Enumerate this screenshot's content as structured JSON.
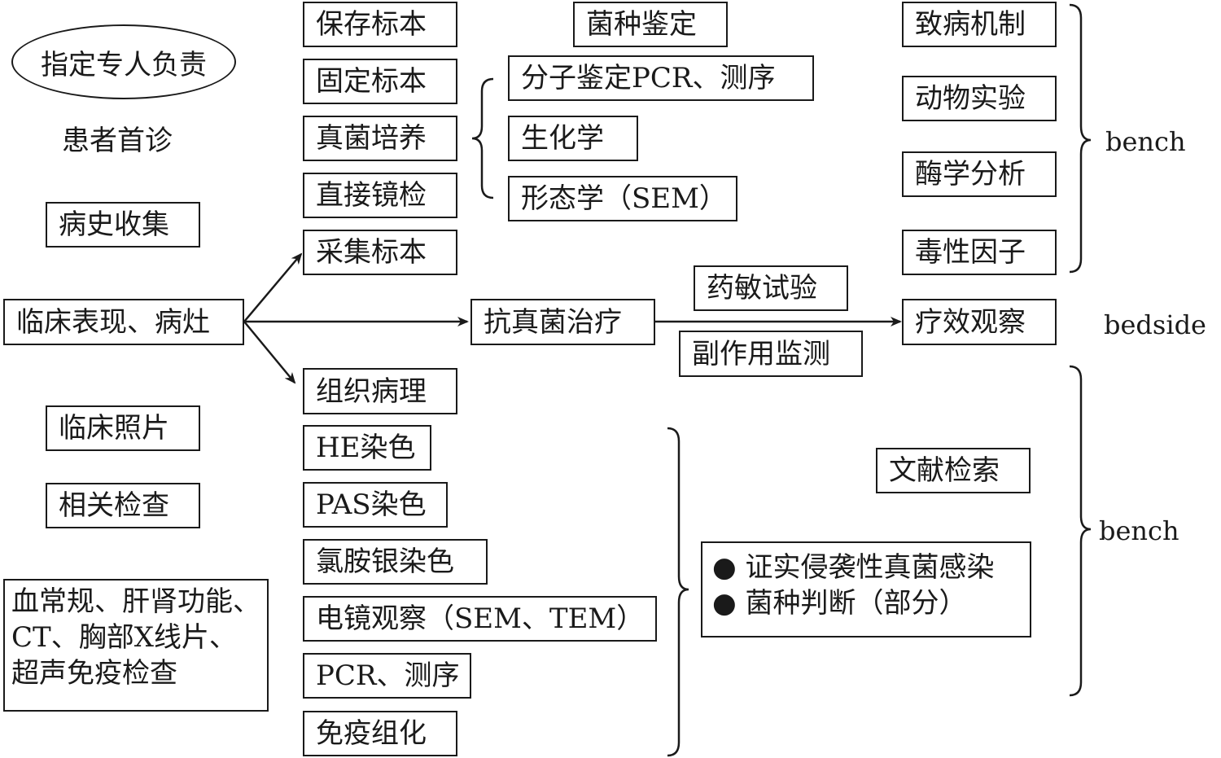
{
  "left": {
    "oval": "指定专人负责",
    "first_visit": "患者首诊",
    "history": "病史收集",
    "clinical": "临床表现、病灶",
    "photos": "临床照片",
    "related_exam": "相关检查",
    "exam_list": [
      "血常规、肝肾功能、",
      "CT、胸部X线片、",
      "超声免疫检查"
    ]
  },
  "specimen": {
    "preserve": "保存标本",
    "fix": "固定标本",
    "culture": "真菌培养",
    "microscopy": "直接镜检",
    "collect": "采集标本"
  },
  "identification": {
    "title": "菌种鉴定",
    "molecular": "分子鉴定PCR、测序",
    "biochem": "生化学",
    "morph": "形态学（SEM）"
  },
  "pathology": {
    "title": "组织病理",
    "items": [
      "HE染色",
      "PAS染色",
      "氯胺银染色",
      "电镜观察（SEM、TEM）",
      "PCR、测序",
      "免疫组化"
    ]
  },
  "treatment": {
    "antifungal": "抗真菌治疗",
    "susceptibility": "药敏试验",
    "side_effect": "副作用监测",
    "efficacy": "疗效观察"
  },
  "bench_top": {
    "items": [
      "致病机制",
      "动物实验",
      "酶学分析",
      "毒性因子"
    ],
    "label": "bench"
  },
  "bedside_label": "bedside",
  "bench_bottom": {
    "literature": "文献检索",
    "conclusions": [
      "证实侵袭性真菌感染",
      "菌种判断（部分）"
    ],
    "label": "bench"
  }
}
